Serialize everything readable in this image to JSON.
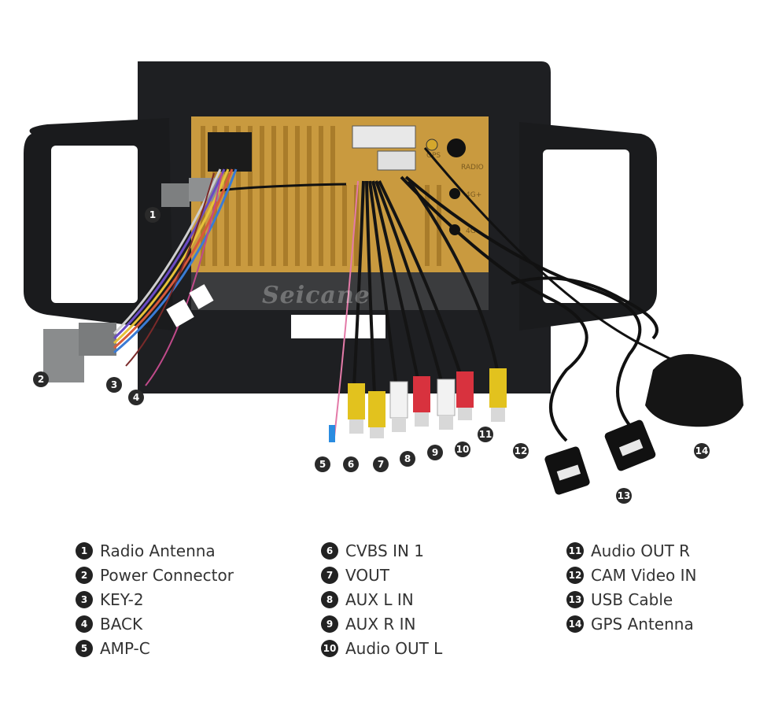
{
  "watermark": "Seicane",
  "board_labels": {
    "gps": "GPS",
    "radio": "RADIO",
    "g4_plus": "4G+",
    "g4_minus": "4G-"
  },
  "callouts": [
    "1",
    "2",
    "3",
    "4",
    "5",
    "6",
    "7",
    "8",
    "9",
    "10",
    "11",
    "12",
    "13",
    "14"
  ],
  "legend": [
    {
      "num": "1",
      "label": "Radio Antenna"
    },
    {
      "num": "2",
      "label": "Power Connector"
    },
    {
      "num": "3",
      "label": "KEY-2"
    },
    {
      "num": "4",
      "label": "BACK"
    },
    {
      "num": "5",
      "label": "AMP-C"
    },
    {
      "num": "6",
      "label": "CVBS IN 1"
    },
    {
      "num": "7",
      "label": "VOUT"
    },
    {
      "num": "8",
      "label": "AUX L IN"
    },
    {
      "num": "9",
      "label": "AUX R IN"
    },
    {
      "num": "10",
      "label": "Audio OUT L"
    },
    {
      "num": "11",
      "label": "Audio OUT R"
    },
    {
      "num": "12",
      "label": "CAM Video IN"
    },
    {
      "num": "13",
      "label": "USB Cable"
    },
    {
      "num": "14",
      "label": "GPS Antenna"
    }
  ]
}
